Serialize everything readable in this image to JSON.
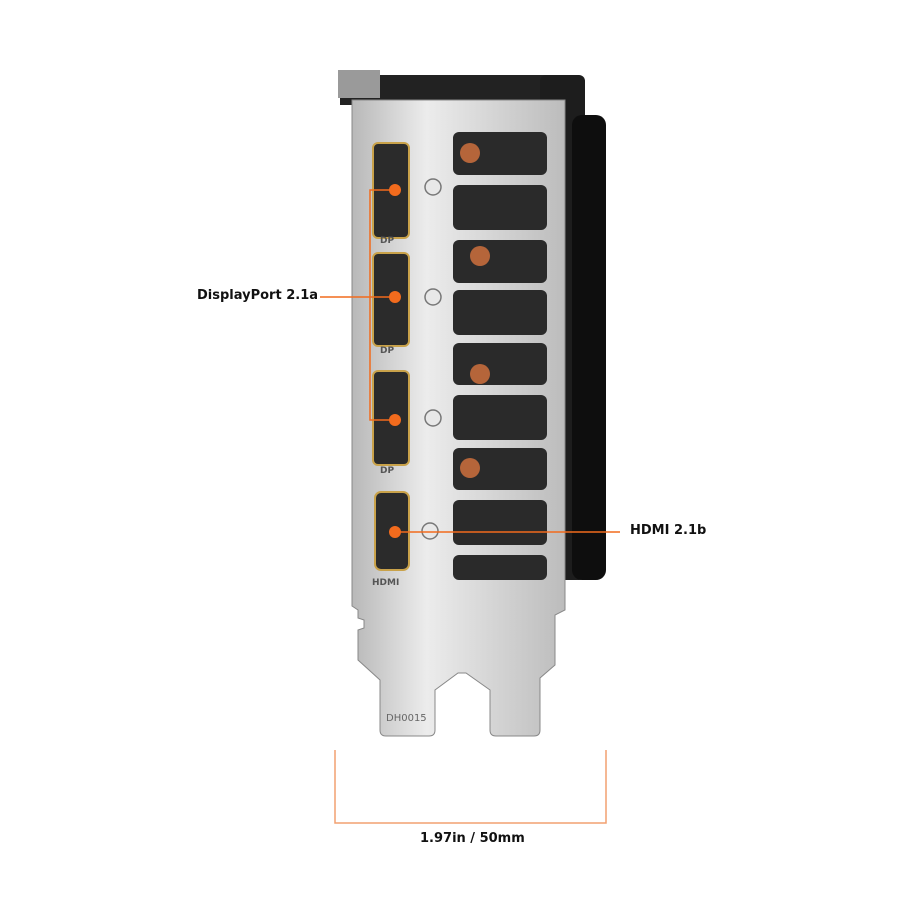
{
  "callouts": {
    "displayport": "DisplayPort 2.1a",
    "hdmi": "HDMI 2.1b"
  },
  "port_labels": {
    "dp": "DP",
    "hdmi": "HDMI"
  },
  "bracket_marking": "DH0015",
  "dimension": "1.97in / 50mm",
  "colors": {
    "accent": "#f26b1d",
    "bracket": "#c9c9c9",
    "body": "#1c1c1c",
    "port_gold": "#c9a24a"
  }
}
